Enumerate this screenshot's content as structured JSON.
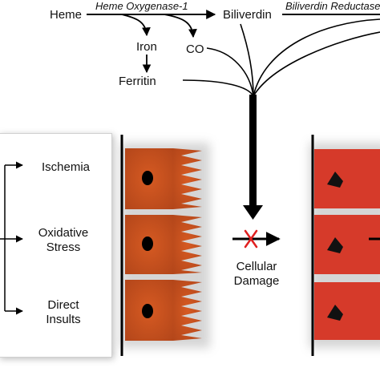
{
  "pathway": {
    "heme": "Heme",
    "enzyme_ho1": "Heme Oxygenase-1",
    "biliverdin": "Biliverdin",
    "enzyme_br": "Biliverdin Reductase",
    "iron": "Iron",
    "co": "CO",
    "ferritin": "Ferritin"
  },
  "insults": {
    "ischemia": "Ischemia",
    "oxidative_line1": "Oxidative",
    "oxidative_line2": "Stress",
    "direct_line1": "Direct",
    "direct_line2": "Insults"
  },
  "outcome": {
    "line1": "Cellular",
    "line2": "Damage"
  },
  "colors": {
    "healthy_cell": "#c7501a",
    "damaged_cell": "#d63a2a",
    "block_mark": "#e02020",
    "arrow": "#000000"
  },
  "icons": {
    "block": "x-mark-icon"
  }
}
